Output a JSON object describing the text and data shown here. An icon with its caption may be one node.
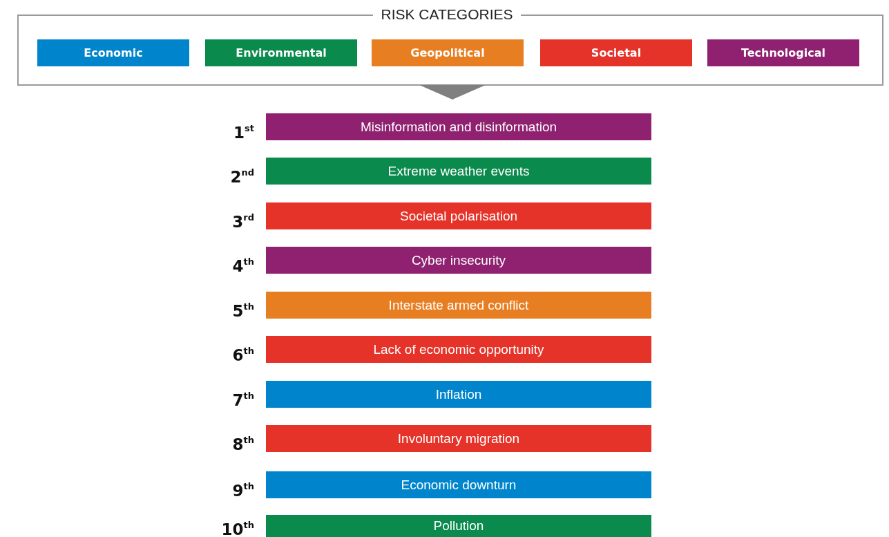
{
  "diagram": {
    "title": "RISK CATEGORIES",
    "nodes": [
      {
        "text": [
          "Misinformation and disinformation"
        ],
        "beside": [
          "1$^{st}$"
        ]
      },
      {
        "text": [
          "Extreme weather events"
        ],
        "beside": [
          "2$^{nd}$"
        ]
      },
      {
        "text": [
          "Societal polarisation"
        ],
        "beside": [
          "3$^{rd}$"
        ]
      },
      {
        "text": [
          "Cyber insecurity"
        ],
        "beside": [
          "4$^{th}$"
        ]
      },
      {
        "text": [
          "Interstate armed conflict"
        ],
        "beside": [
          "5$^{th}$"
        ]
      },
      {
        "text": [
          "Lack of economic opportunity"
        ],
        "beside": [
          "6$^{th}$"
        ]
      },
      {
        "text": [
          "Inflation"
        ],
        "beside": [
          "7$^{th}$"
        ]
      },
      {
        "text": [
          "Involuntary migration"
        ],
        "beside": [
          "8$^{th}$"
        ]
      },
      {
        "text": [
          "Economic downturn"
        ],
        "beside": [
          "9$^{th}$"
        ]
      },
      {
        "text": [
          "Pollution"
        ],
        "beside": [
          "10$^{th}$"
        ]
      }
    ],
    "legend": [
      {
        "text": "Economic",
        "color": "#0085cc"
      },
      {
        "text": "Environmental",
        "color": "#0a8a4c"
      },
      {
        "text": "Geopolitical",
        "color": "#e87e22"
      },
      {
        "text": "Societal",
        "color": "#e5332a"
      },
      {
        "text": "Technological",
        "color": "#8f2170"
      }
    ]
  }
}
